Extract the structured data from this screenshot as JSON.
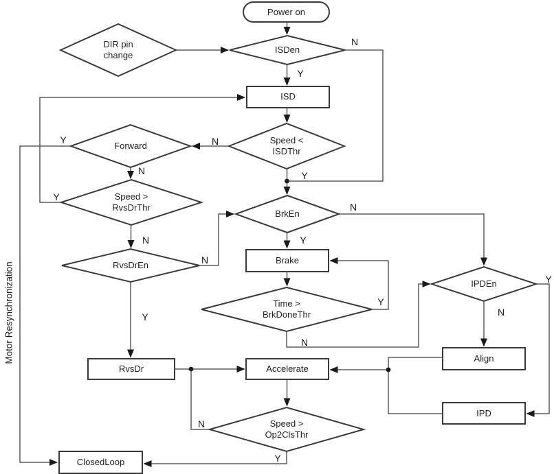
{
  "diagram": {
    "side_label": "Motor Resynchronization",
    "nodes": {
      "power_on": {
        "label": "Power on",
        "type": "terminator"
      },
      "dir_pin_change": {
        "label": "DIR pin\nchange",
        "type": "decision"
      },
      "isden": {
        "label": "ISDen",
        "type": "decision"
      },
      "isd": {
        "label": "ISD",
        "type": "process"
      },
      "speed_isdthr": {
        "label": "Speed <\nISDThr",
        "type": "decision"
      },
      "forward": {
        "label": "Forward",
        "type": "decision"
      },
      "speed_rvsdrthr": {
        "label": "Speed >\nRvsDrThr",
        "type": "decision"
      },
      "rvsdren": {
        "label": "RvsDrEn",
        "type": "decision"
      },
      "brken": {
        "label": "BrkEn",
        "type": "decision"
      },
      "brake": {
        "label": "Brake",
        "type": "process"
      },
      "time_brkdonethr": {
        "label": "Time >\nBrkDoneThr",
        "type": "decision"
      },
      "ipden": {
        "label": "IPDEn",
        "type": "decision"
      },
      "align": {
        "label": "Align",
        "type": "process"
      },
      "ipd": {
        "label": "IPD",
        "type": "process"
      },
      "rvsdr": {
        "label": "RvsDr",
        "type": "process"
      },
      "accelerate": {
        "label": "Accelerate",
        "type": "process"
      },
      "speed_op2clsthr": {
        "label": "Speed >\nOp2ClsThr",
        "type": "decision"
      },
      "closedloop": {
        "label": "ClosedLoop",
        "type": "process"
      }
    },
    "branch_labels": {
      "isden_n": "N",
      "isden_y": "Y",
      "speed_isdthr_n": "N",
      "speed_isdthr_y": "Y",
      "forward_n": "N",
      "forward_y": "Y",
      "speed_rvsdrthr_n": "N",
      "speed_rvsdrthr_y": "Y",
      "rvsdren_n": "N",
      "rvsdren_y": "Y",
      "brken_n": "N",
      "brken_y": "Y",
      "time_brkdonethr_n": "N",
      "time_brkdonethr_y": "Y",
      "ipden_n": "N",
      "ipden_y": "Y",
      "speed_op2clsthr_n": "N",
      "speed_op2clsthr_y": "Y"
    },
    "colors": {
      "background": "#ffffff",
      "shape_border": "#3a3a3a",
      "connector": "#5c5c5c",
      "arrowhead": "#1a1a1a",
      "text": "#222222"
    }
  }
}
